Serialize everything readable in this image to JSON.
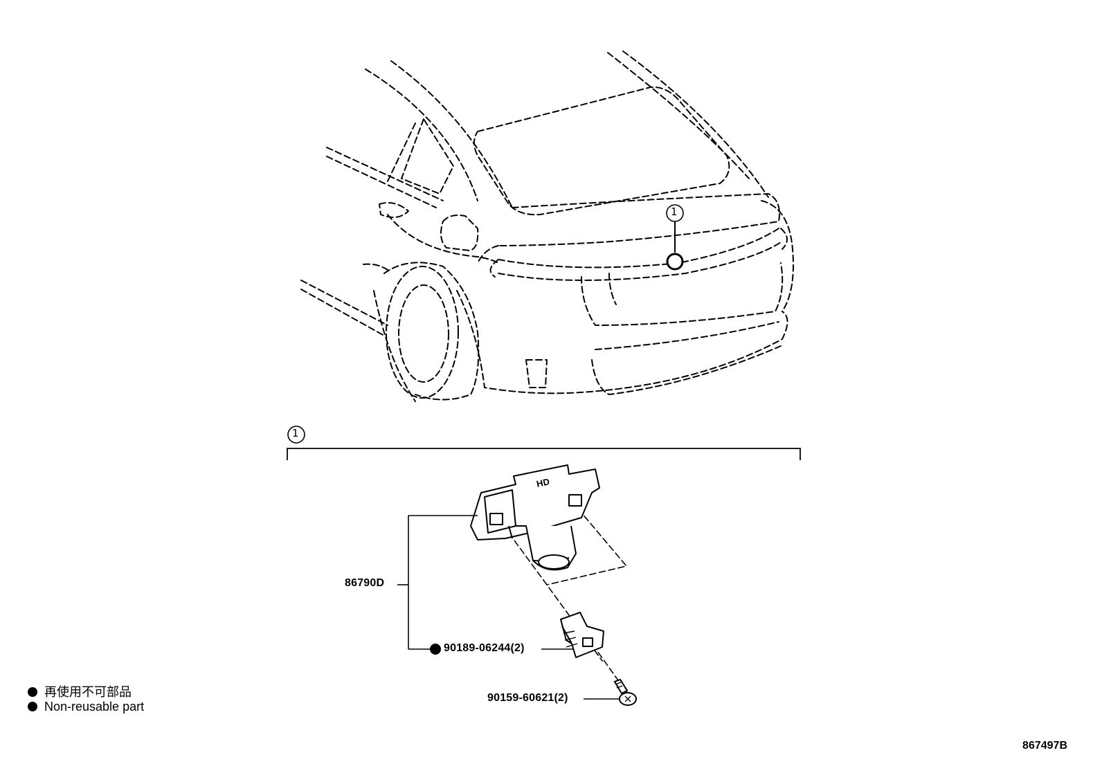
{
  "callout_number": "1",
  "parts": {
    "camera_assy": "86790D",
    "clip": "90189-06244(2)",
    "screw": "90159-60621(2)"
  },
  "legend": {
    "japanese": "再使用不可部品",
    "english": "Non-reusable part"
  },
  "document_id": "867497B",
  "camera_marking": "HD"
}
